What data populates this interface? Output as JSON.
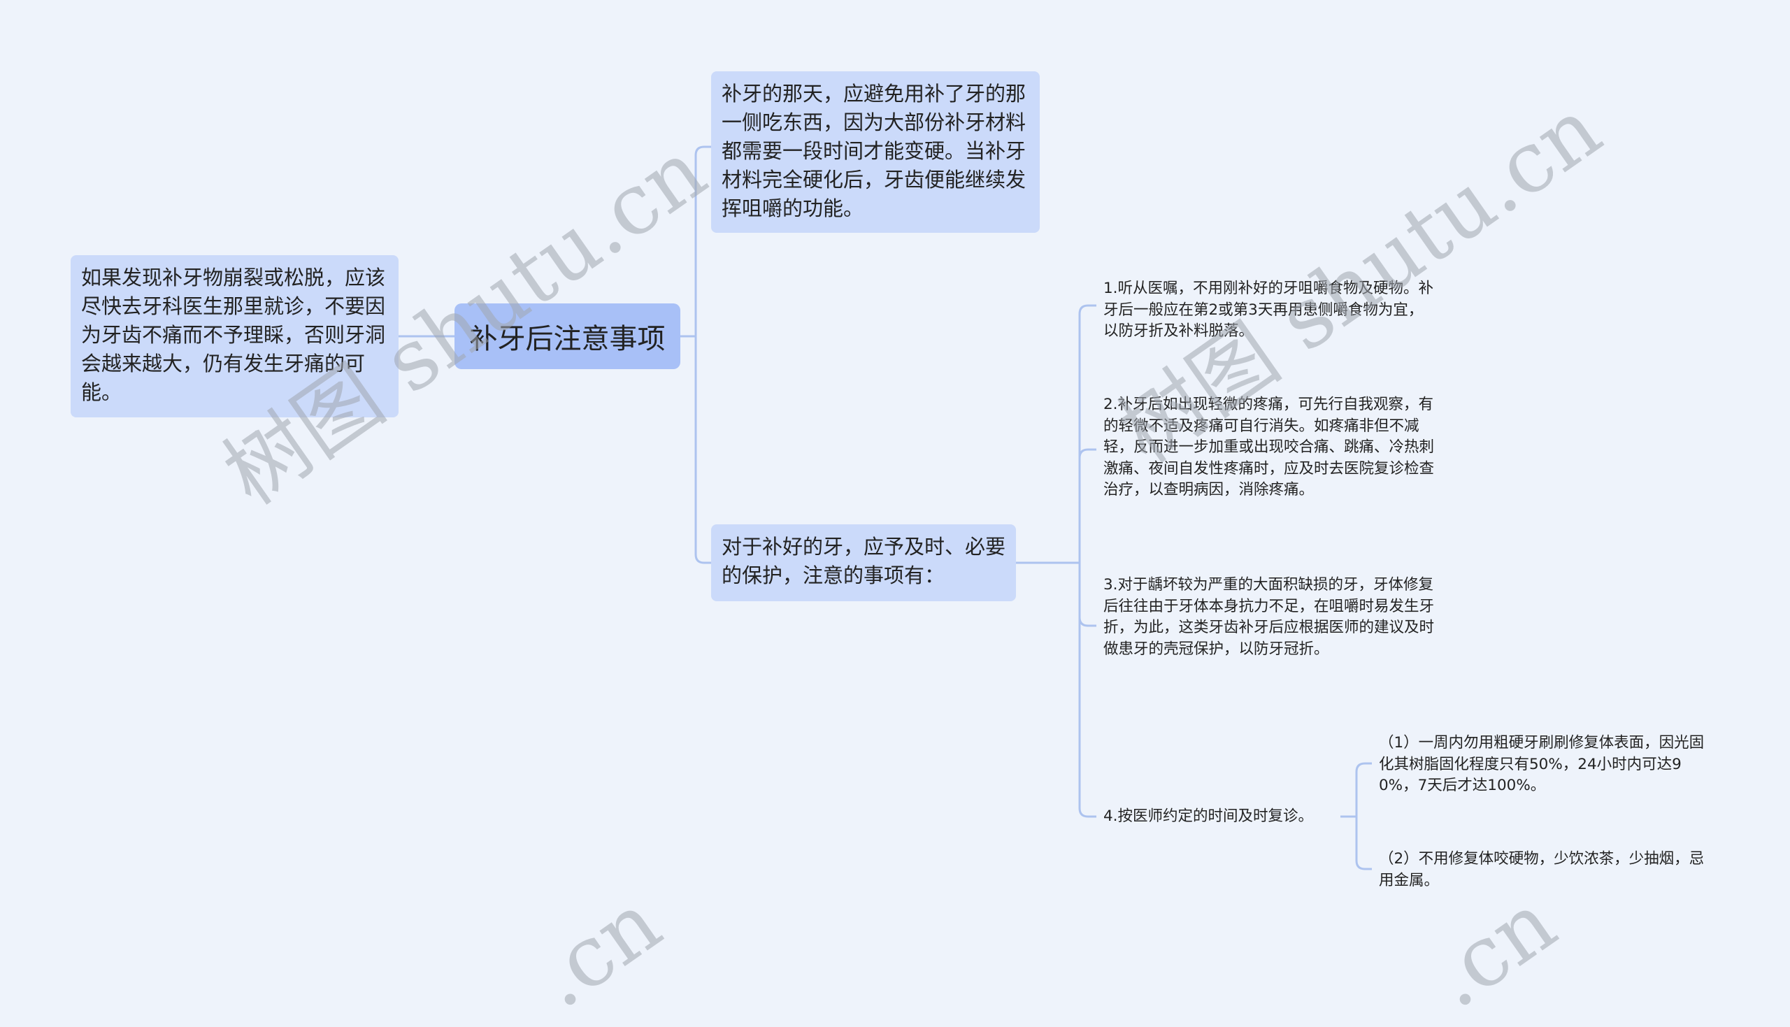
{
  "mindmap": {
    "root": {
      "label": "补牙后注意事项"
    },
    "left": [
      {
        "label": "如果发现补牙物崩裂或松脱，应该尽快去牙科医生那里就诊，不要因为牙齿不痛而不予理睬，否则牙洞会越来越大，仍有发生牙痛的可能。"
      }
    ],
    "right": [
      {
        "label": "补牙的那天，应避免用补了牙的那一侧吃东西，因为大部份补牙材料都需要一段时间才能变硬。当补牙材料完全硬化后，牙齿便能继续发挥咀嚼的功能。"
      },
      {
        "label": "对于补好的牙，应予及时、必要的保护，注意的事项有：",
        "children": [
          {
            "label": "1.听从医嘱，不用刚补好的牙咀嚼食物及硬物。补牙后一般应在第2或第3天再用患侧嚼食物为宜，以防牙折及补料脱落。"
          },
          {
            "label": "2.补牙后如出现轻微的疼痛，可先行自我观察，有的轻微不适及疼痛可自行消失。如疼痛非但不减轻，反而进一步加重或出现咬合痛、跳痛、冷热刺激痛、夜间自发性疼痛时，应及时去医院复诊检查治疗，以查明病因，消除疼痛。"
          },
          {
            "label": "3.对于龋坏较为严重的大面积缺损的牙，牙体修复后往往由于牙体本身抗力不足，在咀嚼时易发生牙折，为此，这类牙齿补牙后应根据医师的建议及时做患牙的壳冠保护，以防牙冠折。"
          },
          {
            "label": "4.按医师约定的时间及时复诊。",
            "children": [
              {
                "label": "（1）一周内勿用粗硬牙刷刷修复体表面，因光固化其树脂固化程度只有50%，24小时内可达90%，7天后才达100%。"
              },
              {
                "label": "（2）不用修复体咬硬物，少饮浓茶，少抽烟，忌用金属。"
              }
            ]
          }
        ]
      }
    ]
  },
  "watermark": {
    "text": "树图 shutu.cn",
    "text_short": ".cn"
  },
  "colors": {
    "background": "#eef3fb",
    "node_fill": "#cbdafa",
    "root_fill": "#a8c0f7",
    "connector": "#adc3ef"
  }
}
